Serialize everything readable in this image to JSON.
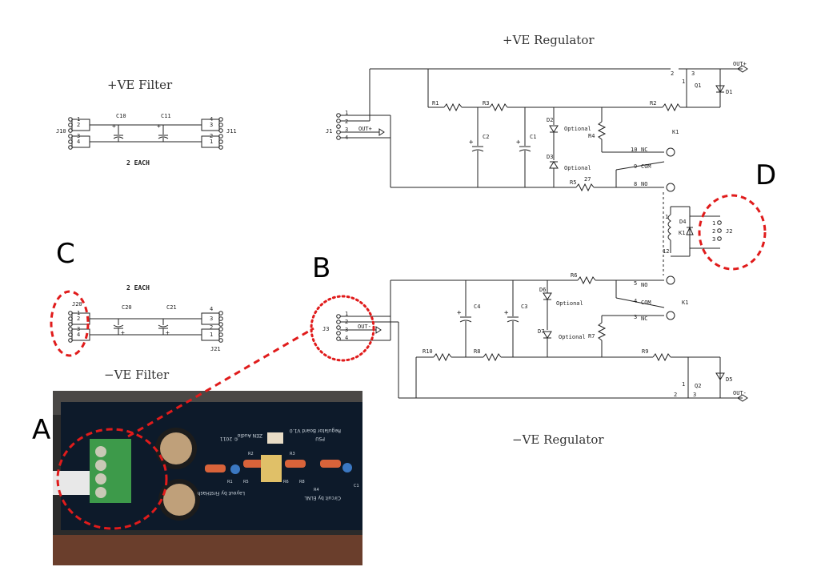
{
  "titles": {
    "pos_filter": "+VE Filter",
    "neg_filter": "−VE Filter",
    "pos_regulator": "+VE Regulator",
    "neg_regulator": "−VE Regulator",
    "each_top": "2 EACH",
    "each_bottom": "2 EACH"
  },
  "callouts": {
    "a": "A",
    "b": "B",
    "c": "C",
    "d": "D"
  },
  "filter_labels": {
    "j10": "J10",
    "j11": "J11",
    "j20": "J20",
    "j21": "J21",
    "c10": "C10",
    "c11": "C11",
    "c20": "C20",
    "c21": "C21",
    "pins": [
      "1",
      "2",
      "3",
      "4"
    ]
  },
  "regulator_labels": {
    "j1": "J1",
    "j2": "J2",
    "j3": "J3",
    "out_plus": "OUT+",
    "out_minus": "OUT-",
    "r1": "R1",
    "r2": "R2",
    "r3": "R3",
    "r4": "R4",
    "r5": "R5",
    "r6": "R6",
    "r7": "R7",
    "r8": "R8",
    "r9": "R9",
    "r10": "R10",
    "r5_value": "27",
    "c1": "C1",
    "c2": "C2",
    "c3": "C3",
    "c4": "C4",
    "d1": "D1",
    "d2": "D2",
    "d3": "D3",
    "d4": "D4",
    "d5": "D5",
    "d6": "D6",
    "d7": "D7",
    "q1": "Q1",
    "q2": "Q2",
    "k1": "K1",
    "optional": "Optional",
    "nc": "NC",
    "com": "COM",
    "no": "NO",
    "pin_10": "10",
    "pin_9": "9",
    "pin_8": "8",
    "pin_5": "5",
    "pin_4": "4",
    "pin_3": "3",
    "pin_1": "1",
    "pin_12": "12"
  },
  "photo": {
    "board_text": [
      "ZEN Audio",
      "PSU",
      "Regulator Board V1.0",
      "Layout by FirstHash",
      "Circuit by ELNL",
      "© 2011"
    ],
    "resistor_labels": [
      "R1",
      "R5",
      "R6",
      "R8",
      "R4",
      "R2",
      "R3",
      "C1"
    ]
  },
  "colors": {
    "annotation": "#e01b1b",
    "wire": "#222222",
    "pcb": "#0d1a2a",
    "terminal": "#3d9a4a"
  }
}
